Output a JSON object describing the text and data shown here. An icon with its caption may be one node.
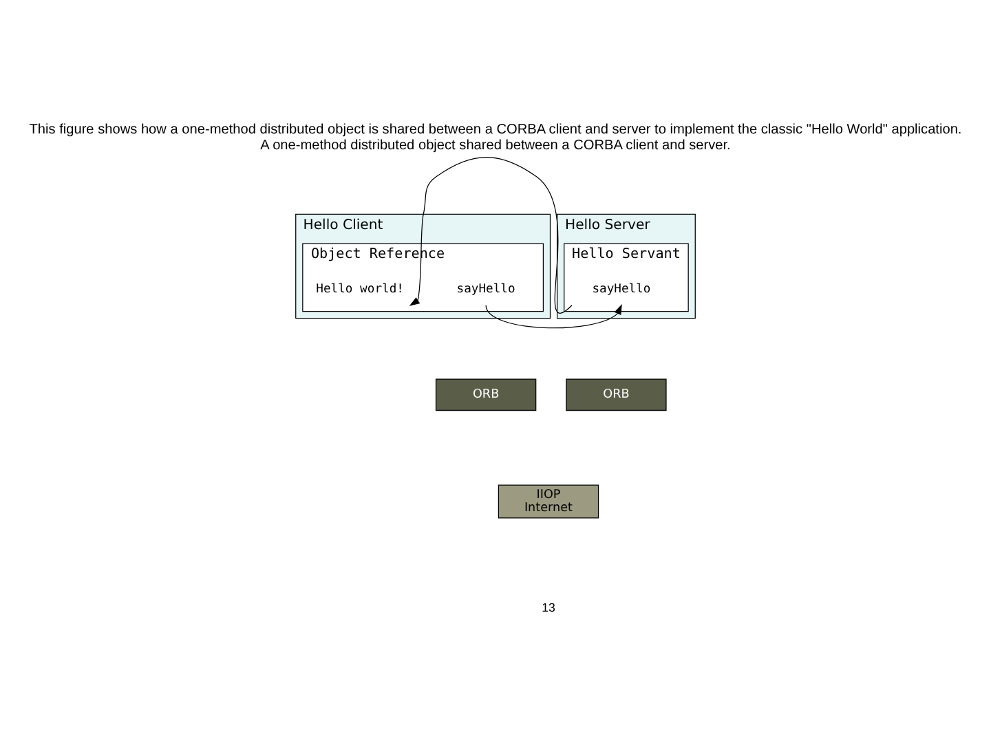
{
  "diagram": {
    "title": "This figure shows how a one-method distributed object is shared between a CORBA client and server to implement the classic \"Hello World\" application.",
    "caption": "A one-method distributed object shared between a CORBA client and server.",
    "nodes": [
      {
        "text": [
          "Hello Client"
        ]
      },
      {
        "text": [
          "Object Reference"
        ],
        "in": 0
      },
      {
        "text": [
          "sayHello"
        ],
        "in": 1
      },
      {
        "text": [
          "Hello world!"
        ],
        "in": 1
      },
      {
        "text": [
          "Hello Server"
        ]
      },
      {
        "text": [
          "Hello Servant"
        ],
        "in": 4
      },
      {
        "text": [
          "sayHello"
        ],
        "in": 5
      },
      {
        "text": [
          "ORB"
        ]
      },
      {
        "text": [
          "ORB"
        ]
      },
      {
        "text": [
          "IIOP",
          "Internet"
        ]
      }
    ],
    "edges": [
      {
        "from": 2,
        "to": 6,
        "arrow": "to"
      },
      {
        "from": 6,
        "to": 3,
        "arrow": "to"
      }
    ],
    "labels": [
      "13"
    ]
  }
}
